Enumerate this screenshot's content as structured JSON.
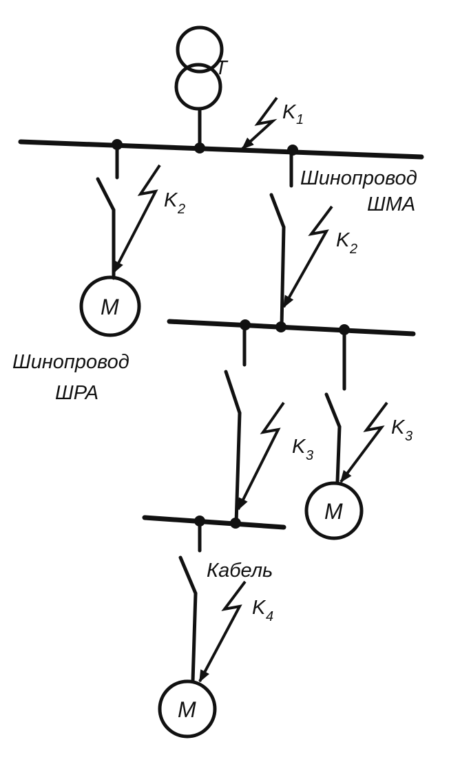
{
  "transformer": {
    "label": "T"
  },
  "faults": {
    "k1": {
      "letter": "K",
      "index": "1"
    },
    "k2": {
      "letter": "K",
      "index": "2"
    },
    "k3": {
      "letter": "K",
      "index": "3"
    },
    "k4": {
      "letter": "K",
      "index": "4"
    }
  },
  "labels": {
    "shma_line1": "Шинопровод",
    "shma_line2": "ШМА",
    "shra_line1": "Шинопровод",
    "shra_line2": "ШРА",
    "cable": "Кабель"
  },
  "motor_label": "M",
  "colors": {
    "ink": "#111111",
    "background": "#ffffff"
  }
}
